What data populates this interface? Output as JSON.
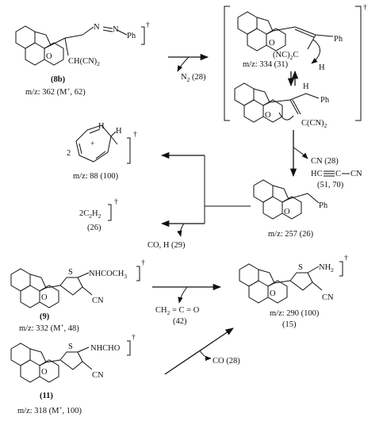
{
  "dagger": "†",
  "compound_8b": {
    "label": "(8b)",
    "mz": "m/z: 362 (M",
    "mz_sup": "+",
    "mz_tail": ", 62)",
    "ph": "Ph",
    "n1": "N",
    "n2": "N",
    "substituent": "CH(CN)",
    "sub2": "2",
    "o": "O"
  },
  "loss_n2": "N",
  "loss_n2_sub": "2",
  "loss_n2_tail": " (28)",
  "intermediate_a": {
    "ph": "Ph",
    "nc": "(NC)",
    "nc_sub": "2",
    "c": "C",
    "h": "H",
    "o": "O",
    "mz": "m/z: 334 (31)"
  },
  "intermediate_b": {
    "h": "H",
    "ph": "Ph",
    "c": "C(CN)",
    "c_sub": "2",
    "o": "O"
  },
  "loss_cn": "CN (28)",
  "hccn": "HC",
  "hccn_c": "C",
  "hccn_cn": "CN",
  "hccn_vals": "(51, 70)",
  "fragment_88": {
    "coef": "2",
    "h1": "H",
    "h2": "H",
    "plus": "+",
    "mz": "m/z: 88 (100)"
  },
  "c2h2": {
    "text": "2C",
    "sub1": "2",
    "h": "H",
    "sub2": "2",
    "vals": "(26)"
  },
  "loss_coh": "CO, H (29)",
  "fragment_257": {
    "ph": "Ph",
    "o": "O",
    "mz": "m/z: 257 (26)"
  },
  "compound_9": {
    "label": "(9)",
    "mz": "m/z: 332 (M",
    "mz_sup": "+",
    "mz_tail": ", 48)",
    "s": "S",
    "o": "O",
    "group": "NHCOCH",
    "group_sub": "3",
    "cn": "CN"
  },
  "ketene": {
    "text": "CH",
    "sub": "2",
    "rest": " = C = O",
    "vals": "(42)"
  },
  "fragment_290": {
    "s": "S",
    "o": "O",
    "nh2": "NH",
    "nh2_sub": "2",
    "cn": "CN",
    "mz": "m/z: 290 (100)",
    "vals": "(15)"
  },
  "compound_11": {
    "label": "(11)",
    "mz": "m/z: 318 (M",
    "mz_sup": "+",
    "mz_tail": ", 100)",
    "s": "S",
    "o": "O",
    "group": "NHCHO",
    "cn": "CN"
  },
  "loss_co": "CO (28)"
}
